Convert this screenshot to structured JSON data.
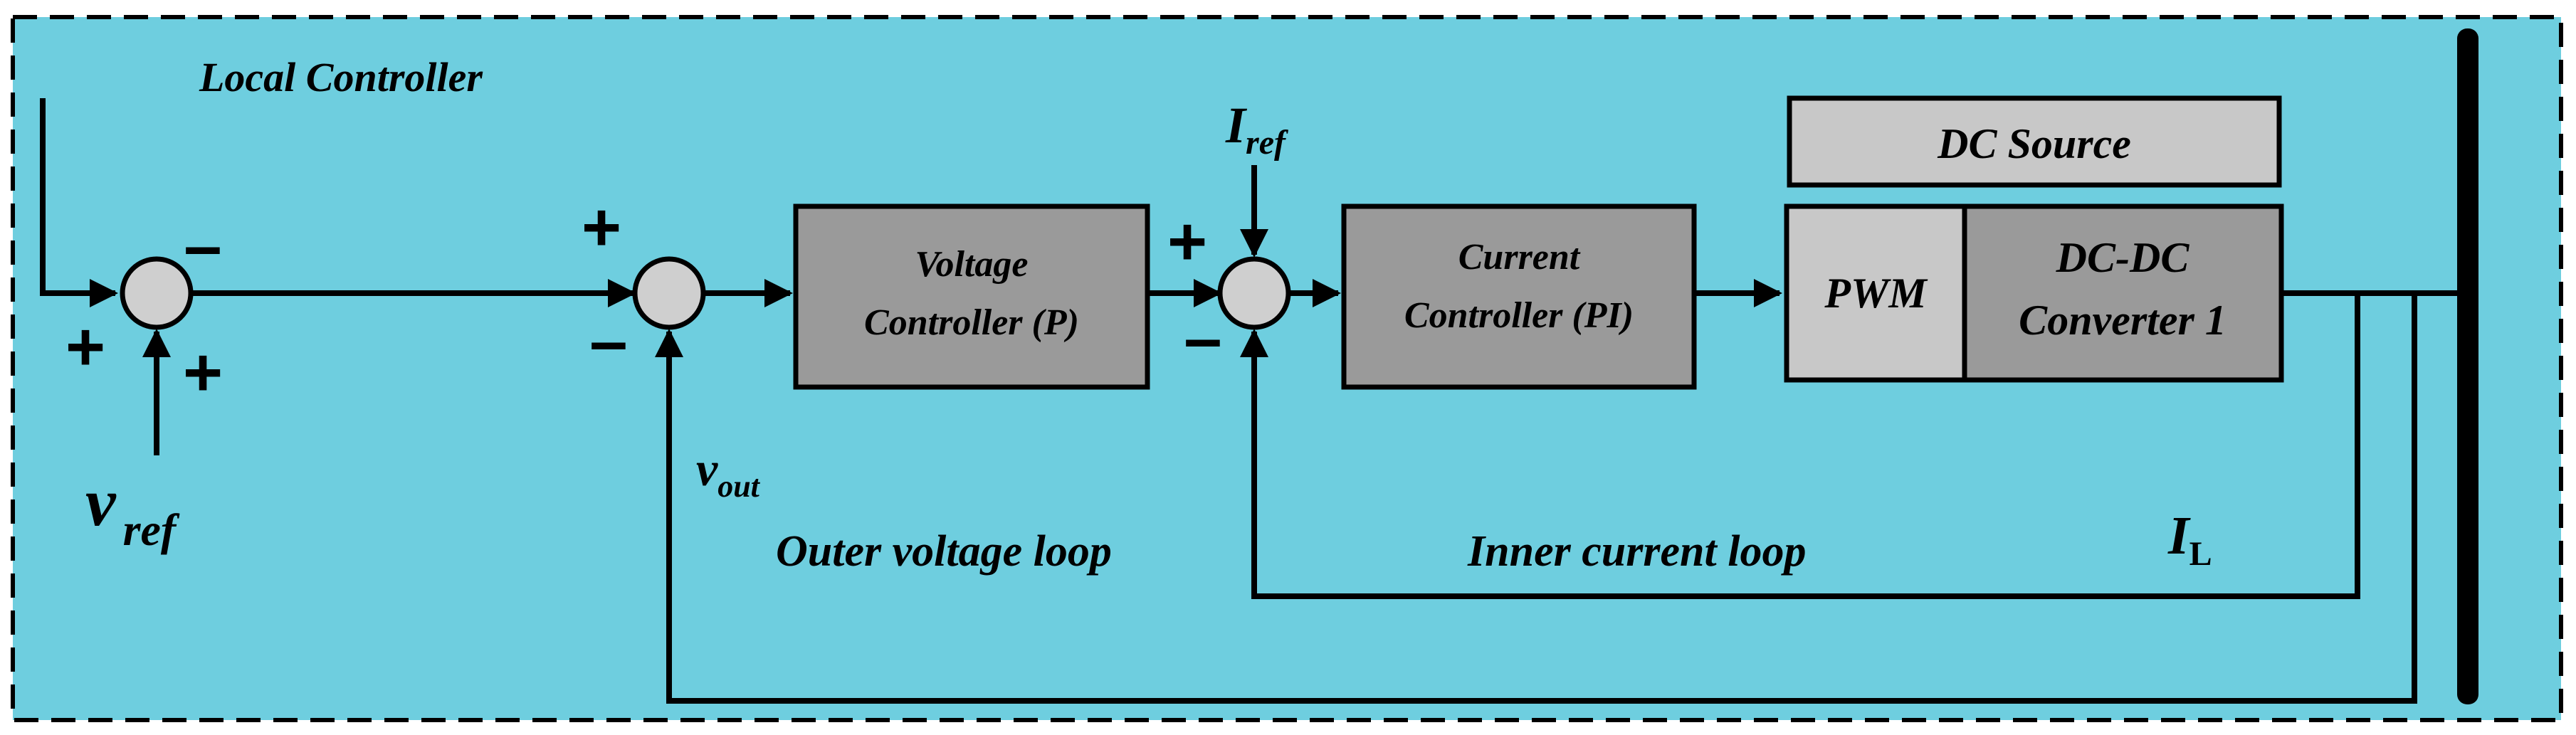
{
  "title": "Local Controller",
  "colors": {
    "panel_background": "#6ecedf",
    "block_dark": "#9a9a9a",
    "block_light": "#c8c8c8",
    "summing_junction": "#cfcfcf",
    "line": "#000000"
  },
  "blocks": {
    "voltage_controller": [
      "Voltage",
      "Controller (P)"
    ],
    "current_controller": [
      "Current",
      "Controller (PI)"
    ],
    "dc_source": "DC Source",
    "pwm": "PWM",
    "converter": [
      "DC-DC",
      "Converter 1"
    ]
  },
  "signals": {
    "v_ref": {
      "main": "v",
      "sub": "ref"
    },
    "v_out": {
      "main": "v",
      "sub": "out"
    },
    "i_ref": {
      "main": "I",
      "sub": "ref"
    },
    "i_l": {
      "main": "I",
      "sub": "L"
    }
  },
  "loops": {
    "outer": "Outer voltage loop",
    "inner": "Inner current loop"
  },
  "signs": {
    "sum1_right": "–",
    "sum1_bottom_left": "+",
    "sum1_bottom_right": "+",
    "sum2_top": "+",
    "sum2_bottom": "–",
    "sum3_top": "+",
    "sum3_bottom": "–"
  }
}
